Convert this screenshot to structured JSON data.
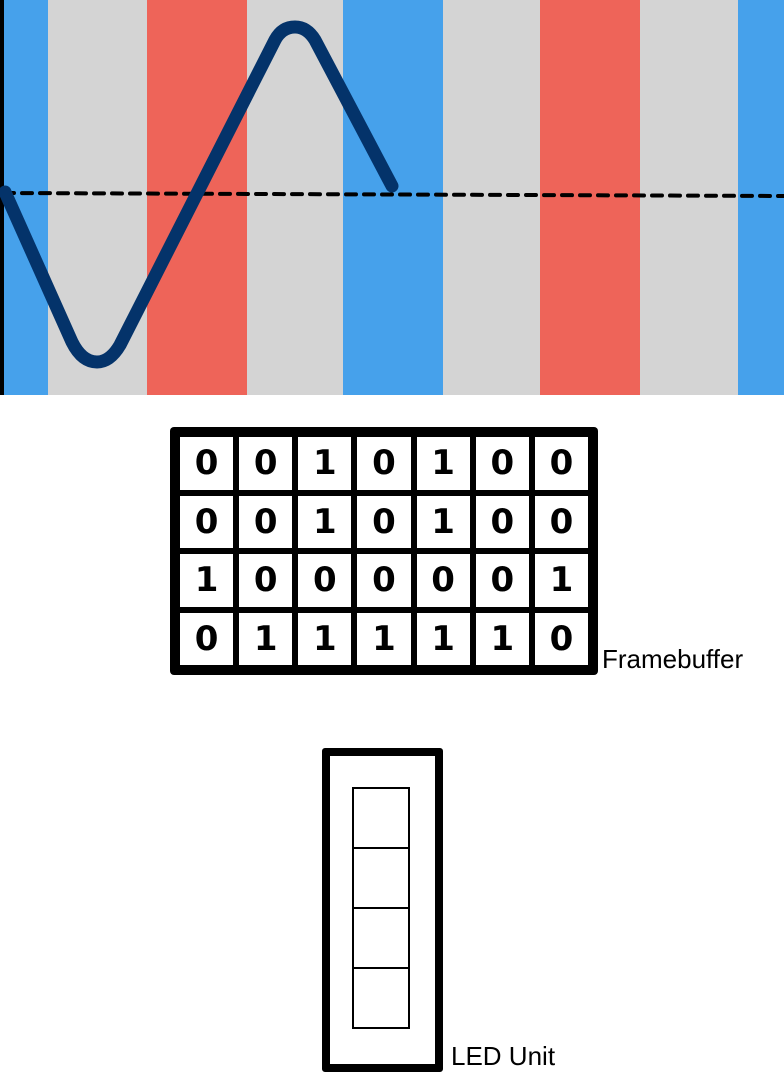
{
  "colors": {
    "blue": "#46a1eb",
    "gray": "#d4d4d4",
    "red": "#ee6459",
    "wave": "#04336a",
    "axis": "#000000"
  },
  "stripes": [
    "blue",
    "gray",
    "red",
    "gray",
    "blue",
    "gray",
    "red",
    "gray",
    "blue"
  ],
  "framebuffer": {
    "label": "Framebuffer",
    "rows": [
      [
        "0",
        "0",
        "1",
        "0",
        "1",
        "0",
        "0"
      ],
      [
        "0",
        "0",
        "1",
        "0",
        "1",
        "0",
        "0"
      ],
      [
        "1",
        "0",
        "0",
        "0",
        "0",
        "0",
        "1"
      ],
      [
        "0",
        "1",
        "1",
        "1",
        "1",
        "1",
        "0"
      ]
    ]
  },
  "led_unit": {
    "label": "LED Unit",
    "cells": 4
  }
}
